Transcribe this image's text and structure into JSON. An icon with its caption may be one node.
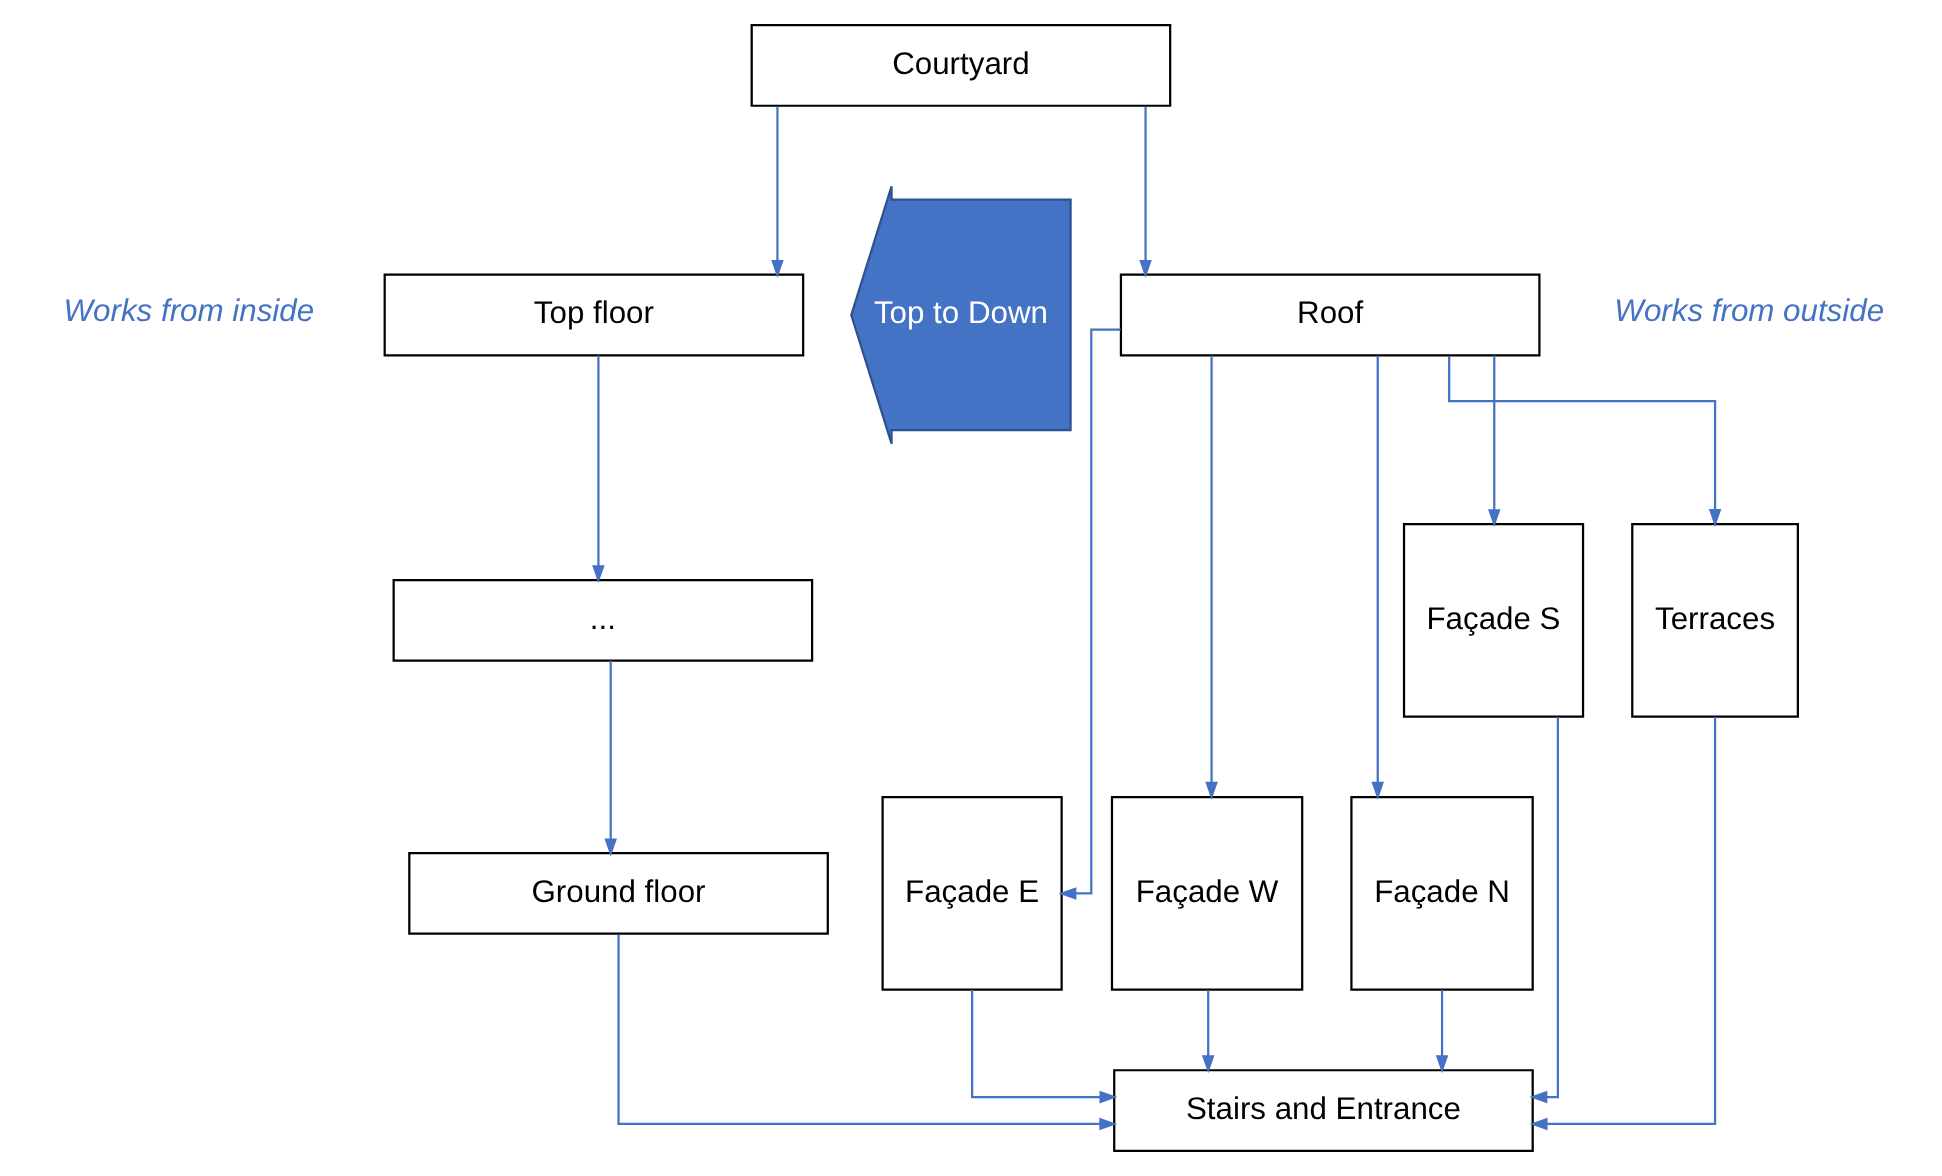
{
  "diagram": {
    "nodes": [
      {
        "text": [
          "Courtyard"
        ]
      },
      {
        "text": [
          "Top floor"
        ]
      },
      {
        "text": [
          "..."
        ]
      },
      {
        "text": [
          "Ground floor"
        ]
      },
      {
        "text": [
          "Roof"
        ]
      },
      {
        "text": [
          "Façade E"
        ]
      },
      {
        "text": [
          "Façade W"
        ]
      },
      {
        "text": [
          "Façade N"
        ]
      },
      {
        "text": [
          "Façade S"
        ]
      },
      {
        "text": [
          "Terraces"
        ]
      },
      {
        "text": [
          "Stairs and Entrance"
        ]
      },
      {
        "text": [
          "Top to Down"
        ]
      }
    ],
    "edges": [
      {
        "from": 0,
        "to": 1,
        "arrow": "to"
      },
      {
        "from": 0,
        "to": 4,
        "arrow": "to"
      },
      {
        "from": 1,
        "to": 2,
        "arrow": "to"
      },
      {
        "from": 2,
        "to": 3,
        "arrow": "to"
      },
      {
        "from": 4,
        "to": 5,
        "arrow": "to"
      },
      {
        "from": 4,
        "to": 6,
        "arrow": "to"
      },
      {
        "from": 4,
        "to": 7,
        "arrow": "to"
      },
      {
        "from": 4,
        "to": 8,
        "arrow": "to"
      },
      {
        "from": 4,
        "to": 9,
        "arrow": "to"
      },
      {
        "from": 3,
        "to": 10,
        "arrow": "to"
      },
      {
        "from": 5,
        "to": 10,
        "arrow": "to"
      },
      {
        "from": 6,
        "to": 10,
        "arrow": "to"
      },
      {
        "from": 7,
        "to": 10,
        "arrow": "to"
      },
      {
        "from": 8,
        "to": 10,
        "arrow": "to"
      },
      {
        "from": 9,
        "to": 10,
        "arrow": "to"
      }
    ],
    "labels": [
      "Works from inside",
      "Works from outside"
    ]
  }
}
